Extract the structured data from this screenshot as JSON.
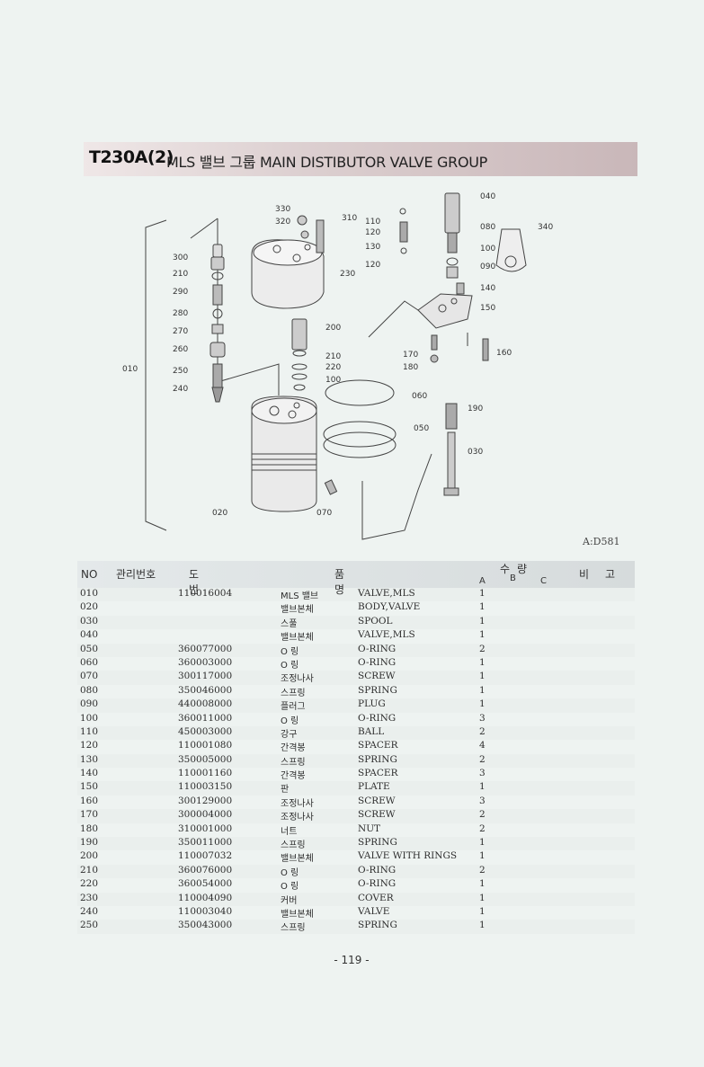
{
  "header": {
    "code": "T230A(2)",
    "title": "MLS 밸브 그룹  MAIN DISTIBUTOR VALVE GROUP"
  },
  "diagram": {
    "labels": [
      "330",
      "320",
      "310",
      "110",
      "120",
      "130",
      "120",
      "040",
      "080",
      "100",
      "090",
      "340",
      "140",
      "150",
      "300",
      "210",
      "290",
      "280",
      "270",
      "260",
      "250",
      "240",
      "230",
      "200",
      "210",
      "220",
      "100",
      "010",
      "170",
      "180",
      "160",
      "060",
      "050",
      "190",
      "030",
      "020",
      "070"
    ],
    "drawing_code": "A:D581"
  },
  "table": {
    "headers": {
      "no": "NO",
      "mgmt": "관리번호",
      "drawing": "도번",
      "name": "품명",
      "qty": "수량",
      "a": "A",
      "b": "B",
      "c": "C",
      "note": "비고"
    },
    "rows": [
      {
        "no": "010",
        "drawing": "110016004",
        "kr": "MLS 밸브",
        "en": "VALVE,MLS",
        "a": "1"
      },
      {
        "no": "020",
        "drawing": "",
        "kr": "밸브본체",
        "en": "BODY,VALVE",
        "a": "1"
      },
      {
        "no": "030",
        "drawing": "",
        "kr": "스풀",
        "en": "SPOOL",
        "a": "1"
      },
      {
        "no": "040",
        "drawing": "",
        "kr": "밸브본체",
        "en": "VALVE,MLS",
        "a": "1"
      },
      {
        "no": "050",
        "drawing": "360077000",
        "kr": "O 링",
        "en": "O-RING",
        "a": "2"
      },
      {
        "no": "060",
        "drawing": "360003000",
        "kr": "O 링",
        "en": "O-RING",
        "a": "1"
      },
      {
        "no": "070",
        "drawing": "300117000",
        "kr": "조정나사",
        "en": "SCREW",
        "a": "1"
      },
      {
        "no": "080",
        "drawing": "350046000",
        "kr": "스프링",
        "en": "SPRING",
        "a": "1"
      },
      {
        "no": "090",
        "drawing": "440008000",
        "kr": "플러그",
        "en": "PLUG",
        "a": "1"
      },
      {
        "no": "100",
        "drawing": "360011000",
        "kr": "O 링",
        "en": "O-RING",
        "a": "3"
      },
      {
        "no": "110",
        "drawing": "450003000",
        "kr": "강구",
        "en": "BALL",
        "a": "2"
      },
      {
        "no": "120",
        "drawing": "110001080",
        "kr": "간격봉",
        "en": "SPACER",
        "a": "4"
      },
      {
        "no": "130",
        "drawing": "350005000",
        "kr": "스프링",
        "en": "SPRING",
        "a": "2"
      },
      {
        "no": "140",
        "drawing": "110001160",
        "kr": "간격봉",
        "en": "SPACER",
        "a": "3"
      },
      {
        "no": "150",
        "drawing": "110003150",
        "kr": "판",
        "en": "PLATE",
        "a": "1"
      },
      {
        "no": "160",
        "drawing": "300129000",
        "kr": "조정나사",
        "en": "SCREW",
        "a": "3"
      },
      {
        "no": "170",
        "drawing": "300004000",
        "kr": "조정나사",
        "en": "SCREW",
        "a": "2"
      },
      {
        "no": "180",
        "drawing": "310001000",
        "kr": "너트",
        "en": "NUT",
        "a": "2"
      },
      {
        "no": "190",
        "drawing": "350011000",
        "kr": "스프링",
        "en": "SPRING",
        "a": "1"
      },
      {
        "no": "200",
        "drawing": "110007032",
        "kr": "밸브본체",
        "en": "VALVE WITH RINGS",
        "a": "1"
      },
      {
        "no": "210",
        "drawing": "360076000",
        "kr": "O 링",
        "en": "O-RING",
        "a": "2"
      },
      {
        "no": "220",
        "drawing": "360054000",
        "kr": "O 링",
        "en": "O-RING",
        "a": "1"
      },
      {
        "no": "230",
        "drawing": "110004090",
        "kr": "커버",
        "en": "COVER",
        "a": "1"
      },
      {
        "no": "240",
        "drawing": "110003040",
        "kr": "밸브본체",
        "en": "VALVE",
        "a": "1"
      },
      {
        "no": "250",
        "drawing": "350043000",
        "kr": "스프링",
        "en": "SPRING",
        "a": "1"
      }
    ]
  },
  "footer": {
    "page": "- 119 -"
  }
}
